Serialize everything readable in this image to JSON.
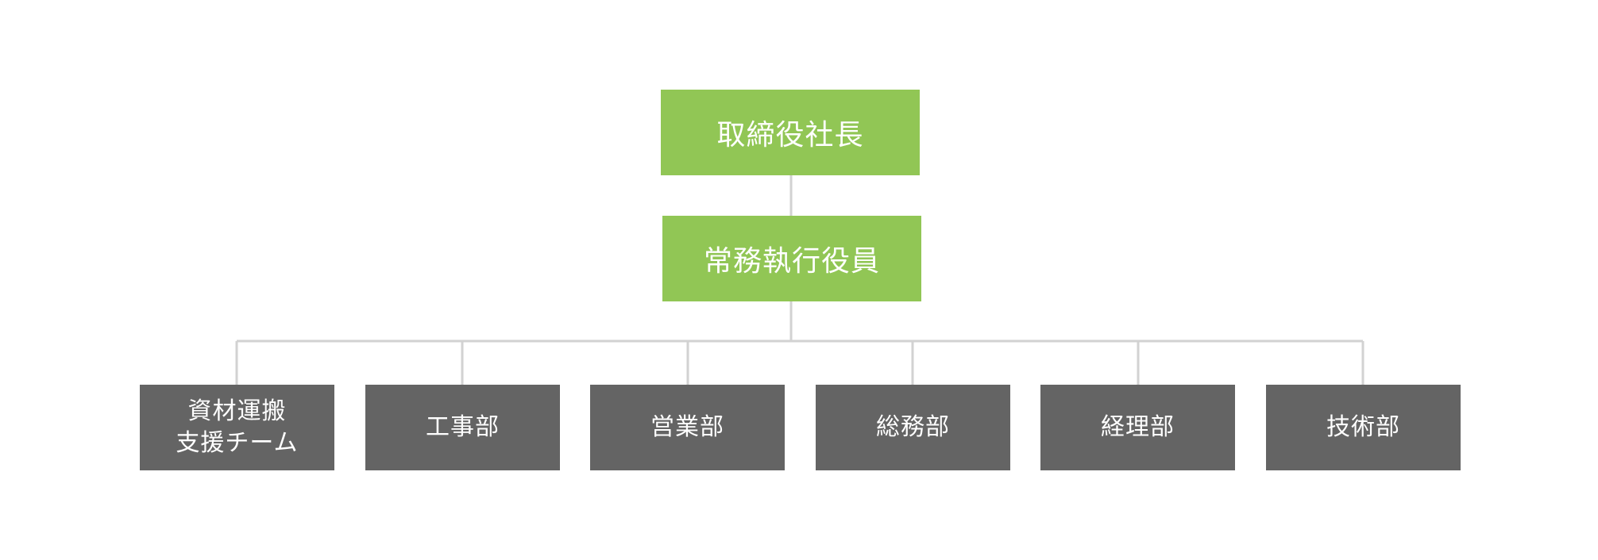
{
  "org_chart": {
    "executives": [
      {
        "label": "取締役社長"
      },
      {
        "label": "常務執行役員"
      }
    ],
    "departments": [
      {
        "lines": [
          "資材運搬",
          "支援チーム"
        ]
      },
      {
        "lines": [
          "工事部"
        ]
      },
      {
        "lines": [
          "営業部"
        ]
      },
      {
        "lines": [
          "総務部"
        ]
      },
      {
        "lines": [
          "経理部"
        ]
      },
      {
        "lines": [
          "技術部"
        ]
      }
    ],
    "colors": {
      "executive_fill": "#91c655",
      "department_fill": "#646464",
      "connector": "#d2d2d2",
      "text": "#ffffff"
    }
  }
}
